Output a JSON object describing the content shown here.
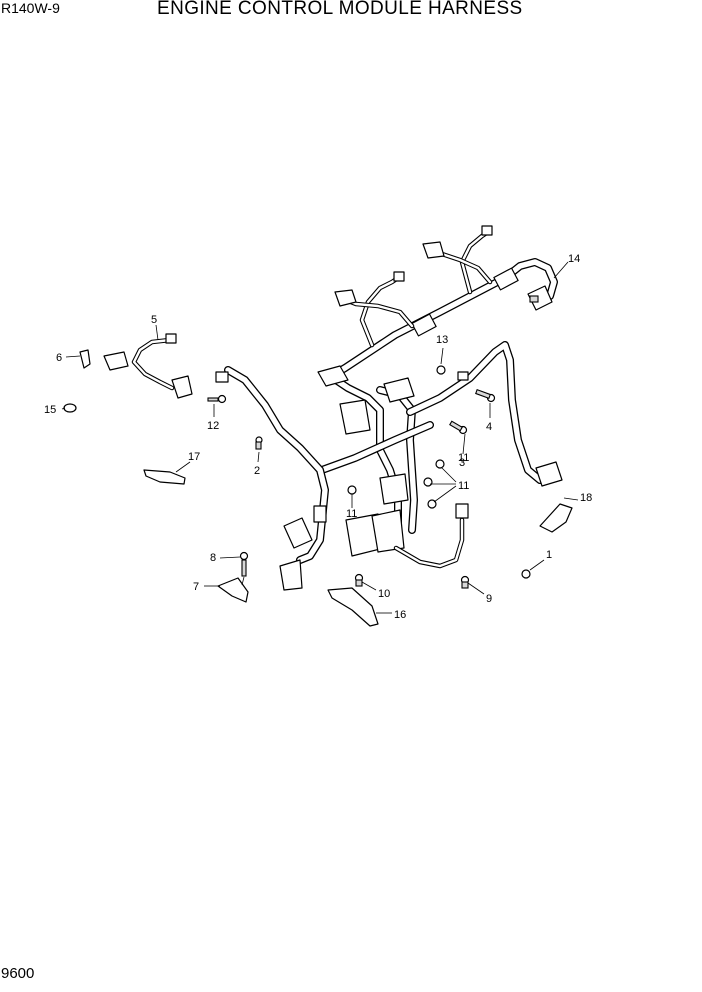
{
  "header": {
    "model": "R140W-9",
    "title": "ENGINE CONTROL MODULE HARNESS"
  },
  "footer": {
    "page_number": "9600"
  },
  "callouts": {
    "c1": "1",
    "c2": "2",
    "c3": "3",
    "c4": "4",
    "c5": "5",
    "c6": "6",
    "c7": "7",
    "c8": "8",
    "c9": "9",
    "c10": "10",
    "c11a": "11",
    "c11b": "11",
    "c11c": "11",
    "c12": "12",
    "c13": "13",
    "c14": "14",
    "c15": "15",
    "c16": "16",
    "c17": "17",
    "c18": "18"
  }
}
